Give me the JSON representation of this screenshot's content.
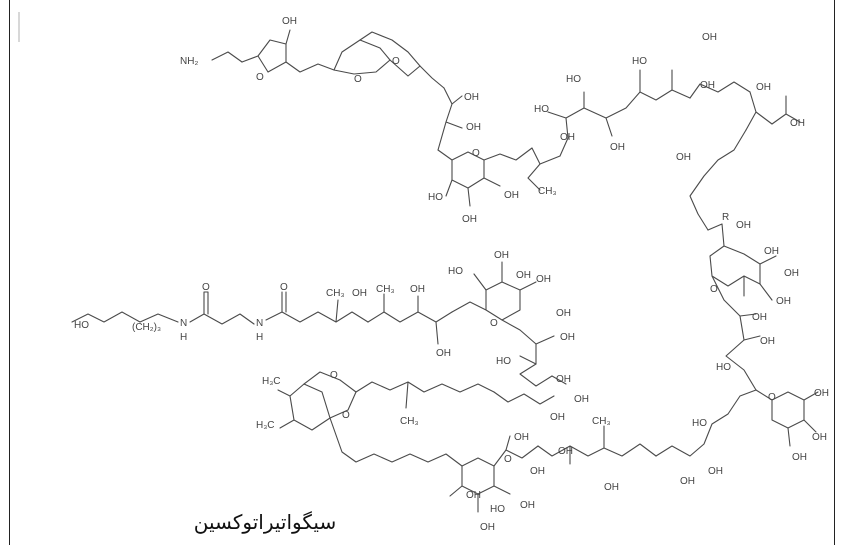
{
  "caption": "سیگواتیراتوکسین",
  "atoms": {
    "nh2": "NH₂",
    "oh": "OH",
    "ho": "HO",
    "o": "O",
    "n": "N",
    "h": "H",
    "r": "R",
    "ch3": "CH₃",
    "h3c": "H₃C",
    "ch2n": "(CH₂)₃"
  }
}
